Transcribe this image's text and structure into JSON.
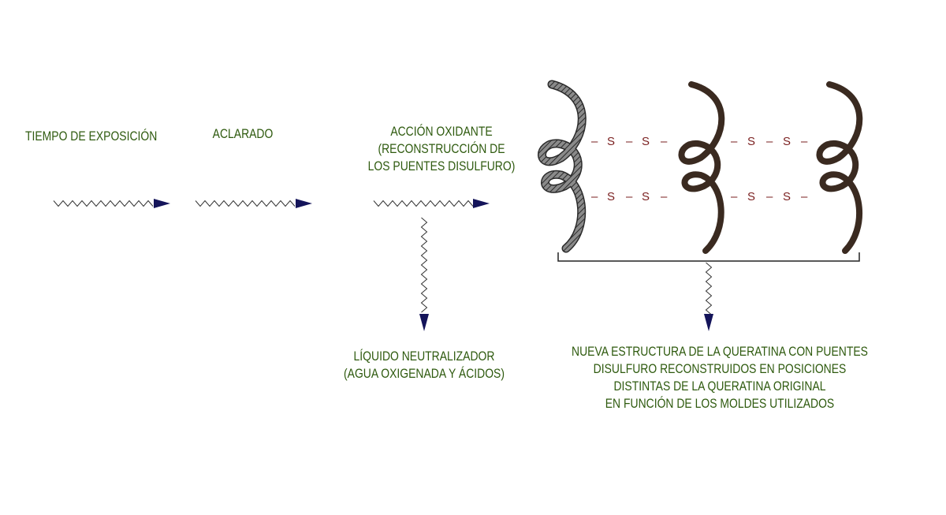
{
  "labels": {
    "step1": "TIEMPO DE EXPOSICIÓN",
    "step2": "ACLARADO",
    "step3_line1": "ACCIÓN OXIDANTE",
    "step3_line2": "(RECONSTRUCCIÓN DE",
    "step3_line3": "LOS PUENTES DISULFURO)",
    "neutralizer_line1": "LÍQUIDO NEUTRALIZADOR",
    "neutralizer_line2": "(AGUA OXIGENADA Y ÁCIDOS)",
    "result_line1": "NUEVA ESTRUCTURA DE LA QUERATINA CON PUENTES",
    "result_line2": "DISULFURO RECONSTRUIDOS EN POSICIONES",
    "result_line3": "DISTINTAS DE LA QUERATINA ORIGINAL",
    "result_line4": "EN FUNCIÓN DE LOS MOLDES UTILIZADOS"
  },
  "bonds": {
    "dash": "–",
    "sulfur": "S"
  },
  "colors": {
    "label_text": "#2e5a0e",
    "arrow_head": "#14145a",
    "bond_text": "#7a1f1f",
    "strand_dark": "#3a2a20",
    "strand_textured": "#5a5a5a"
  }
}
